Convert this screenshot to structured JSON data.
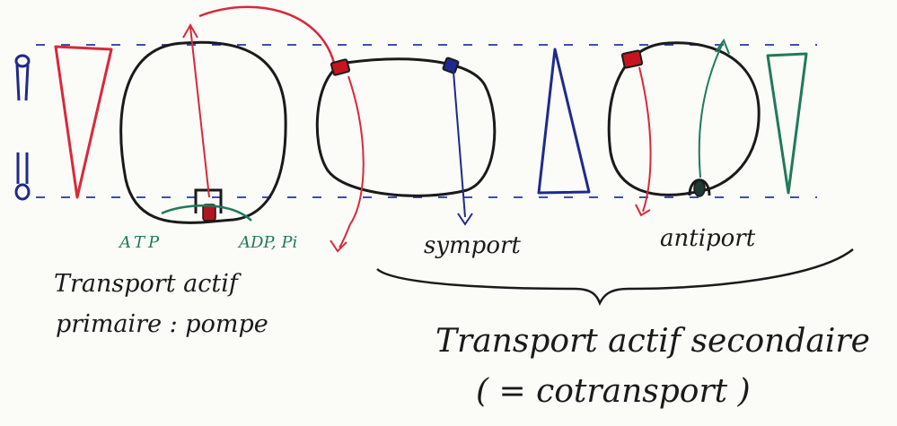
{
  "labels": {
    "atp": "ATP",
    "adp": "ADP, Pi",
    "symport": "symport",
    "antiport": "antiport",
    "primary_line1": "Transport actif",
    "primary_line2": "primaire : pompe",
    "secondary_line1": "Transport actif secondaire",
    "secondary_line2": "( = cotransport )"
  },
  "legend_symbols": {
    "top": "i",
    "bottom": "i"
  },
  "colors": {
    "ink": "#1a1a1a",
    "red": "#d8293a",
    "blue": "#1f2a8c",
    "green": "#1f7a5c",
    "dashed_membrane": "#3d4fb0",
    "paper": "#fbfbf8"
  },
  "icons": [
    "pump-icon",
    "red-transporter-icon",
    "blue-transporter-icon",
    "green-transporter-icon"
  ]
}
